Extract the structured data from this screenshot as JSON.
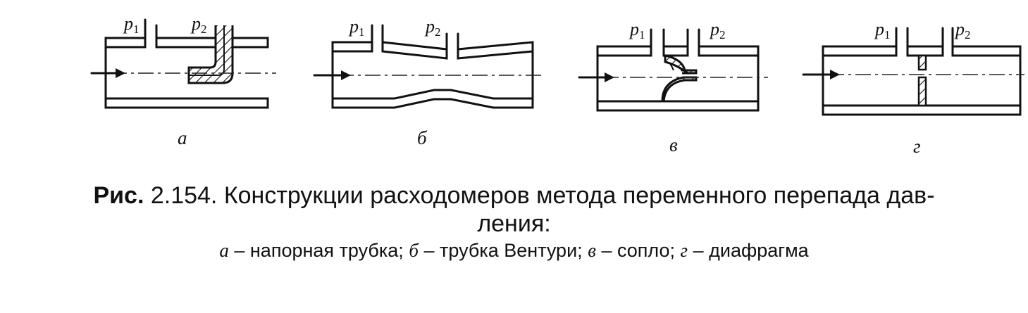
{
  "panels": [
    {
      "id": "a",
      "label": "а",
      "p1": "p",
      "p1_sub": "1",
      "p2": "p",
      "p2_sub": "2",
      "name": "напорная трубка"
    },
    {
      "id": "b",
      "label": "б",
      "p1": "p",
      "p1_sub": "1",
      "p2": "p",
      "p2_sub": "2",
      "name": "трубка Вентури"
    },
    {
      "id": "v",
      "label": "в",
      "p1": "p",
      "p1_sub": "1",
      "p2": "p",
      "p2_sub": "2",
      "name": "сопло"
    },
    {
      "id": "g",
      "label": "г",
      "p1": "p",
      "p1_sub": "1",
      "p2": "p",
      "p2_sub": "2",
      "name": "диафрагма"
    }
  ],
  "caption": {
    "fig_word": "Рис.",
    "fig_number": "2.154.",
    "title_line1": "Конструкции расходомеров метода переменного перепада дав-",
    "title_line2": "ления:",
    "dash": "–",
    "sep": ";"
  }
}
